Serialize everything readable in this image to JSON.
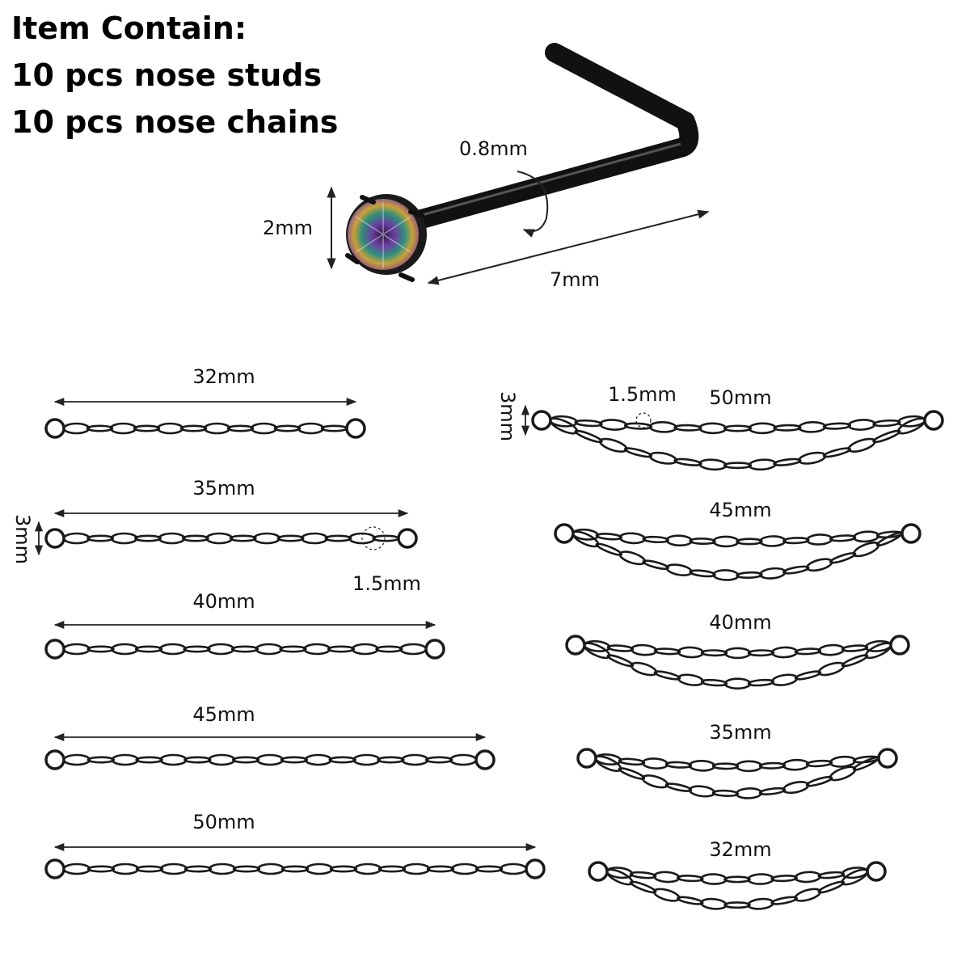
{
  "header": {
    "line1": "Item Contain:",
    "line2": "10 pcs nose studs",
    "line3": "10 pcs nose chains"
  },
  "stud": {
    "wire_diameter": "0.8mm",
    "gem_size": "2mm",
    "post_length": "7mm",
    "gem_color_hint": "rainbow"
  },
  "single_chains": [
    {
      "length": "32mm"
    },
    {
      "length": "35mm",
      "ring_height": "3mm",
      "ring_diameter": "1.5mm"
    },
    {
      "length": "40mm"
    },
    {
      "length": "45mm"
    },
    {
      "length": "50mm"
    }
  ],
  "double_chains": [
    {
      "length": "50mm",
      "ring_height": "3mm",
      "ring_diameter": "1.5mm"
    },
    {
      "length": "45mm"
    },
    {
      "length": "40mm"
    },
    {
      "length": "35mm"
    },
    {
      "length": "32mm"
    }
  ],
  "colors": {
    "metal": "#1a1a1a",
    "line": "#222222",
    "background": "#ffffff"
  }
}
